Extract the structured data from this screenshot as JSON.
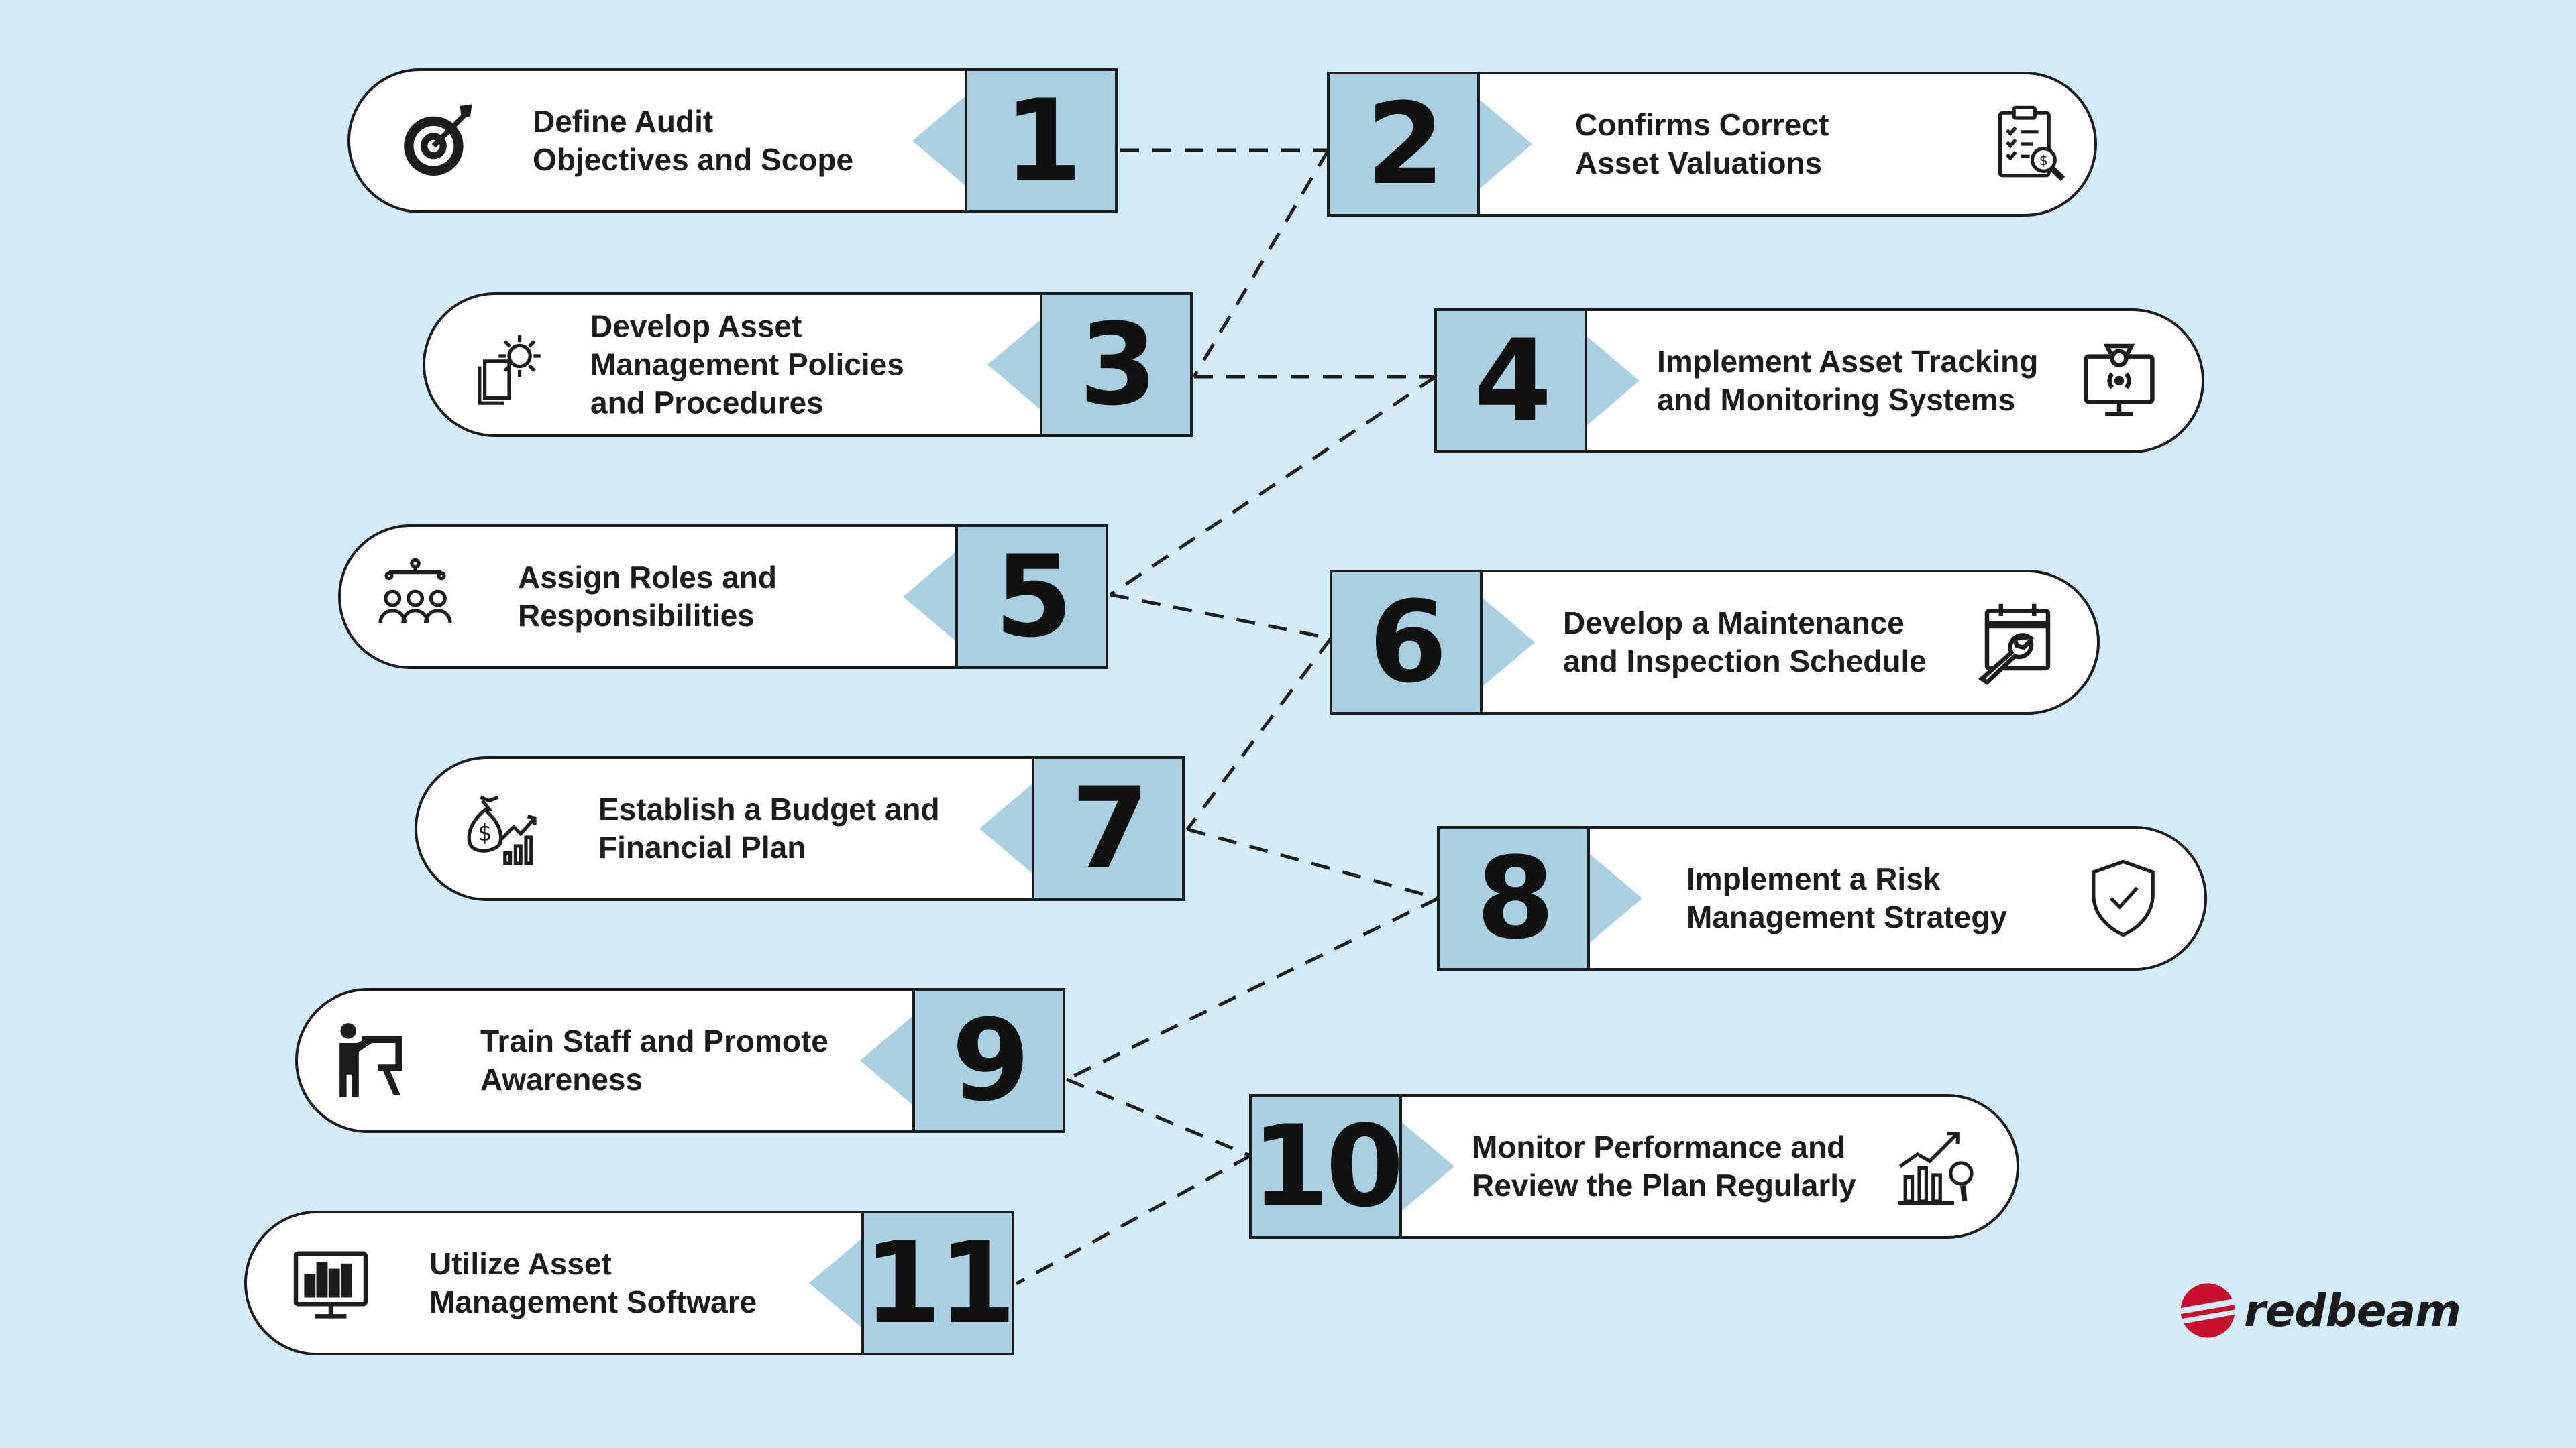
{
  "brand": {
    "name": "redbeam",
    "colors": {
      "accent": "#c8102e",
      "number_bg": "#a9cfe0",
      "background": "#d4ecf7"
    }
  },
  "steps": [
    {
      "number": "1",
      "label": "Define Audit\nObjectives and Scope",
      "icon": "target-icon"
    },
    {
      "number": "2",
      "label": "Confirms Correct\nAsset Valuations",
      "icon": "clipboard-audit-icon"
    },
    {
      "number": "3",
      "label": "Develop Asset\nManagement Policies\nand Procedures",
      "icon": "gear-documents-icon"
    },
    {
      "number": "4",
      "label": "Implement Asset Tracking\nand Monitoring Systems",
      "icon": "tracking-monitor-icon"
    },
    {
      "number": "5",
      "label": "Assign Roles and\nResponsibilities",
      "icon": "team-hierarchy-icon"
    },
    {
      "number": "6",
      "label": "Develop a Maintenance\nand Inspection Schedule",
      "icon": "calendar-wrench-icon"
    },
    {
      "number": "7",
      "label": "Establish a Budget and\nFinancial Plan",
      "icon": "money-bag-chart-icon"
    },
    {
      "number": "8",
      "label": "Implement a Risk\nManagement Strategy",
      "icon": "shield-check-icon"
    },
    {
      "number": "9",
      "label": "Train Staff and Promote\nAwareness",
      "icon": "trainer-board-icon"
    },
    {
      "number": "10",
      "label": "Monitor Performance and\nReview the Plan Regularly",
      "icon": "growth-chart-magnifier-icon"
    },
    {
      "number": "11",
      "label": "Utilize Asset\nManagement Software",
      "icon": "monitor-dashboard-icon"
    }
  ]
}
